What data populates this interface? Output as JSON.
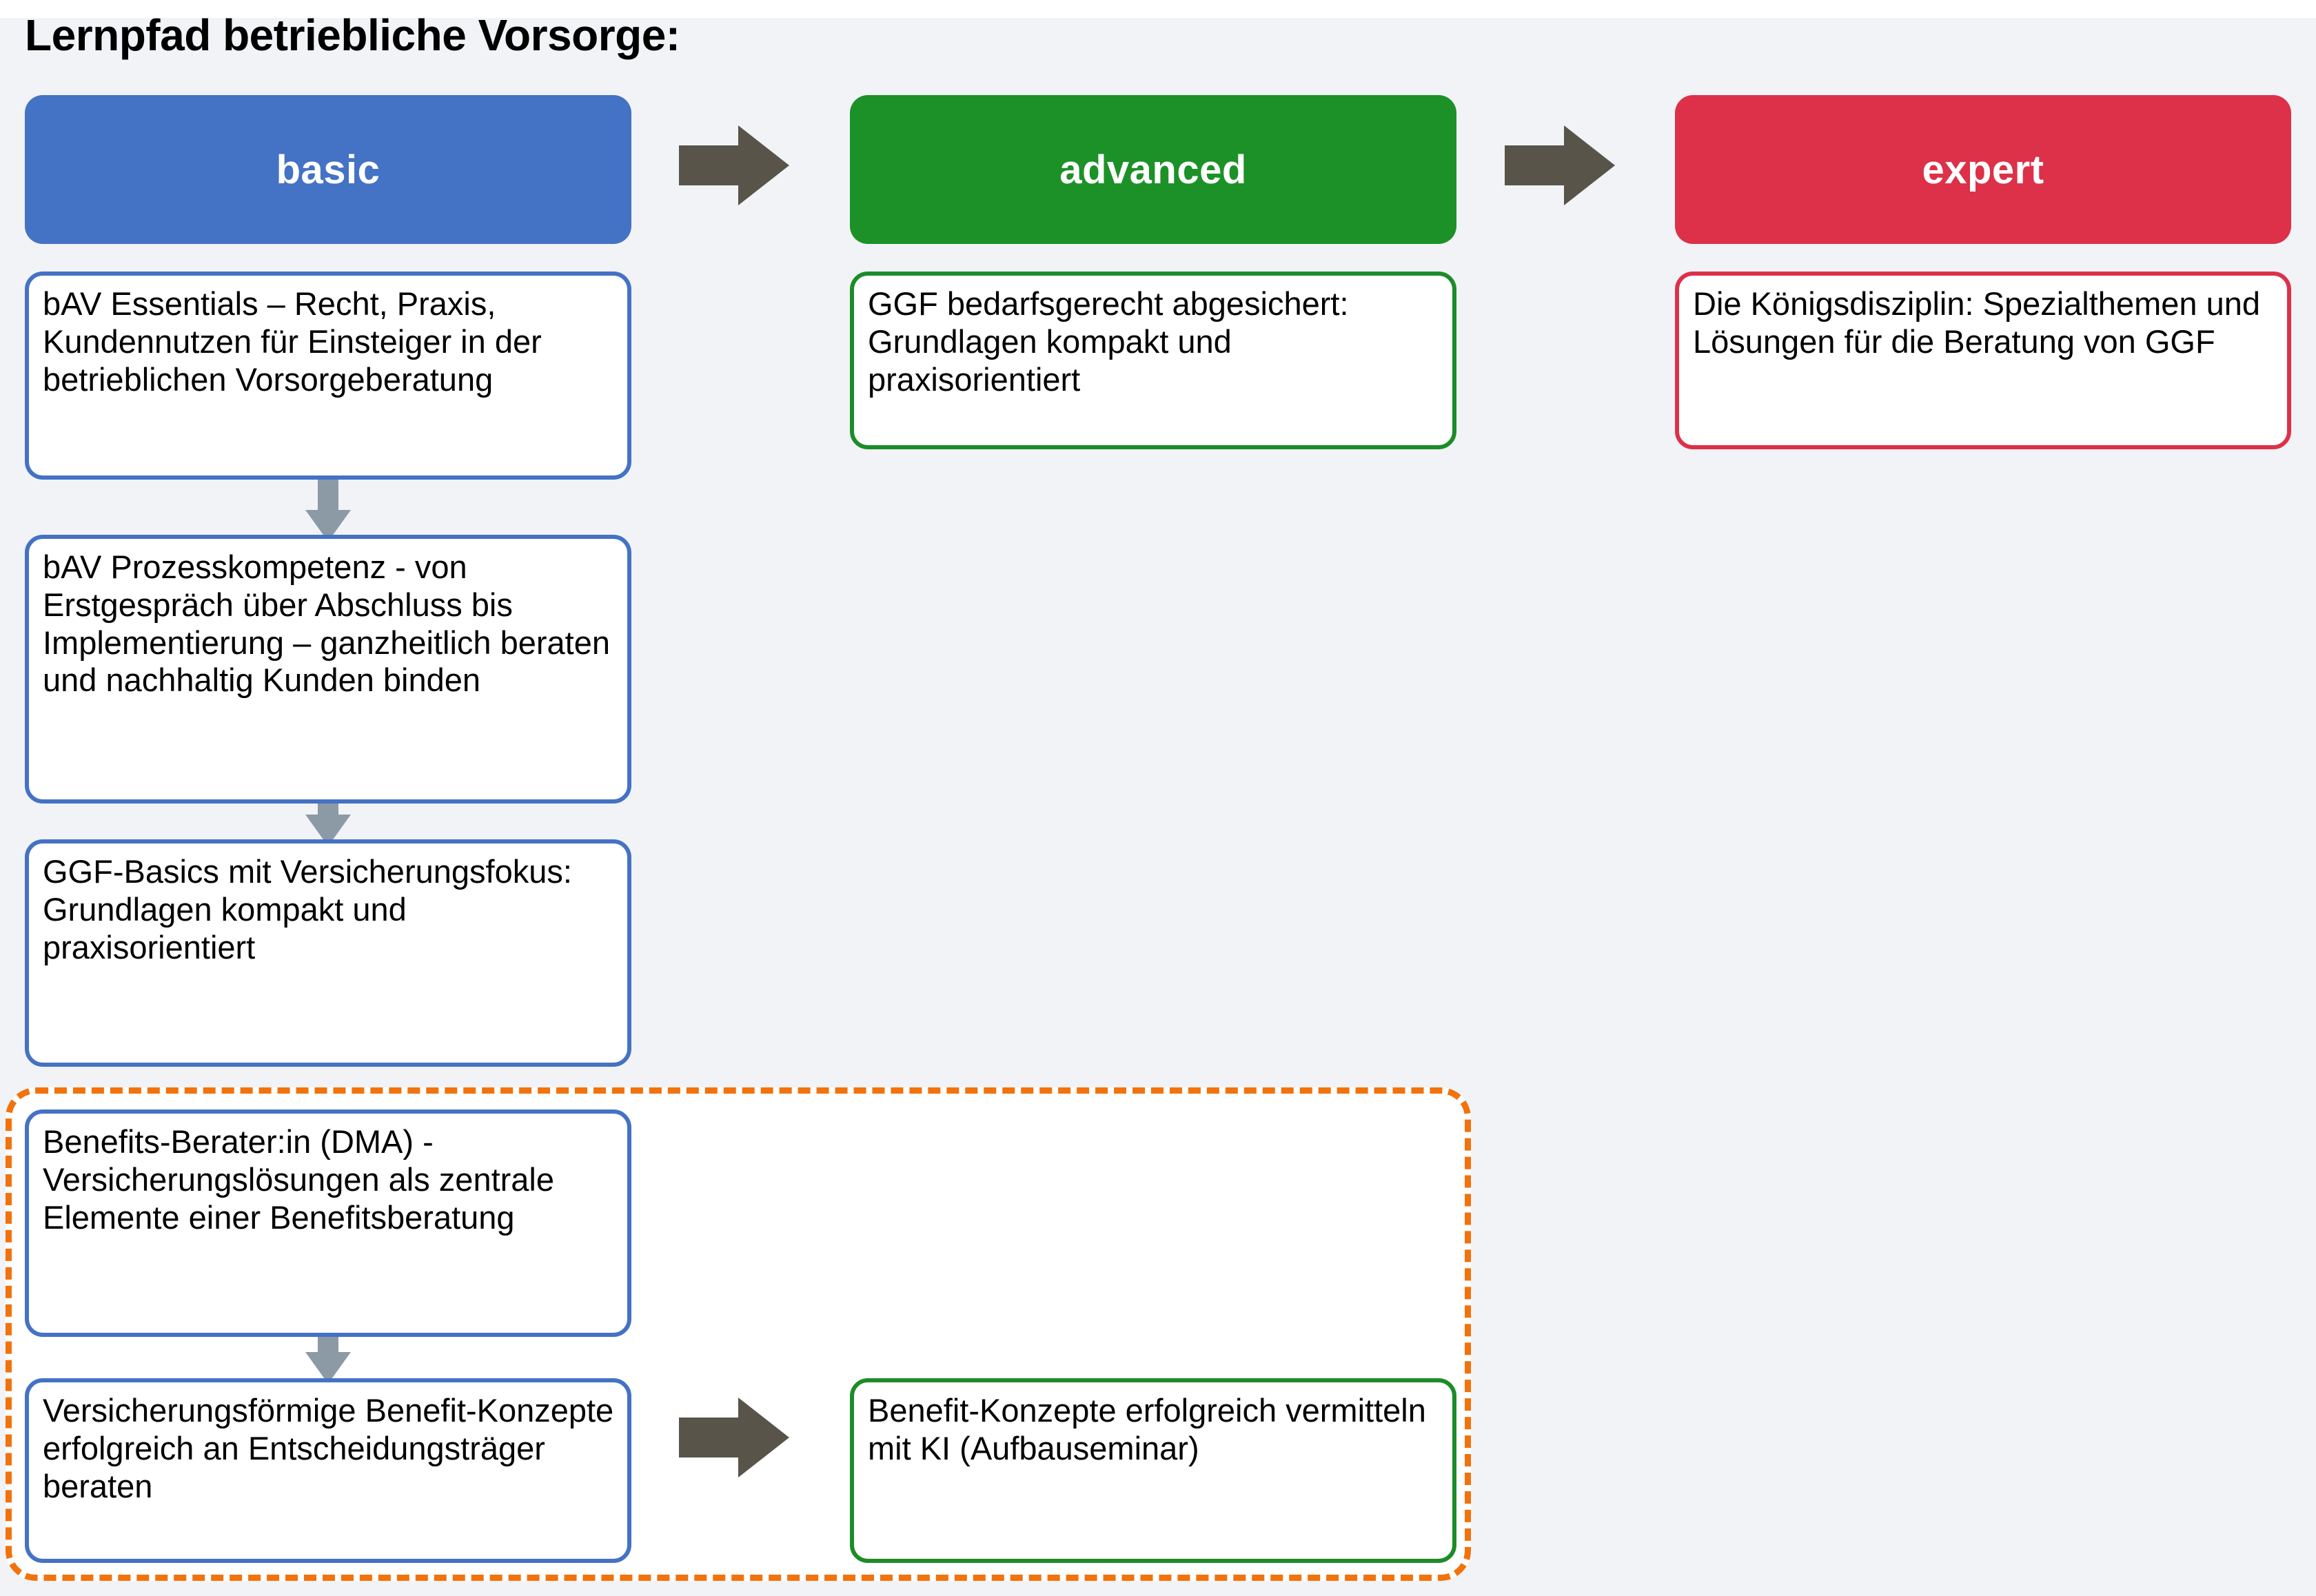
{
  "page": {
    "title": "Lernpfad betriebliche Vorsorge:",
    "background_color": "#f1f3f6"
  },
  "colors": {
    "basic": "#4472c4",
    "advanced": "#1c9127",
    "expert": "#dc3149",
    "arrow_large": "#585449",
    "arrow_small": "#8c9aa6",
    "group_dashed": "#f2720c",
    "card_fill": "#ffffff",
    "text": "#000000"
  },
  "levels": [
    {
      "id": "basic",
      "label": "basic"
    },
    {
      "id": "advanced",
      "label": "advanced"
    },
    {
      "id": "expert",
      "label": "expert"
    }
  ],
  "arrows": {
    "level_1_to_2": "arrow-right-icon",
    "level_2_to_3": "arrow-right-icon",
    "benefit_to_ki": "arrow-right-icon",
    "step_down": "arrow-down-icon"
  },
  "columns": {
    "basic": {
      "cards": [
        {
          "text": "bAV Essentials – Recht, Praxis, Kundennutzen für Einsteiger in der betrieblichen Vorsorgeberatung"
        },
        {
          "text": "bAV Prozesskompetenz - von Erstgespräch über Abschluss bis Implementierung – ganzheitlich beraten und nachhaltig Kunden binden"
        },
        {
          "text": "GGF-Basics mit Versicherungsfokus: Grundlagen kompakt und praxisorientiert"
        },
        {
          "text": "Benefits-Berater:in (DMA) - Versicherungslösungen als zentrale Elemente einer Benefitsberatung"
        },
        {
          "text": "Versicherungsförmige Benefit-Konzepte erfolgreich an Entscheidungsträger beraten"
        }
      ]
    },
    "advanced": {
      "cards": [
        {
          "text": "GGF bedarfsgerecht abgesichert: Grundlagen kompakt und praxisorientiert"
        },
        {
          "text": "Benefit-Konzepte erfolgreich vermitteln mit KI (Aufbauseminar)"
        }
      ]
    },
    "expert": {
      "cards": [
        {
          "text": "Die Königsdisziplin: Spezialthemen und Lösungen für die Beratung von GGF"
        }
      ]
    }
  }
}
